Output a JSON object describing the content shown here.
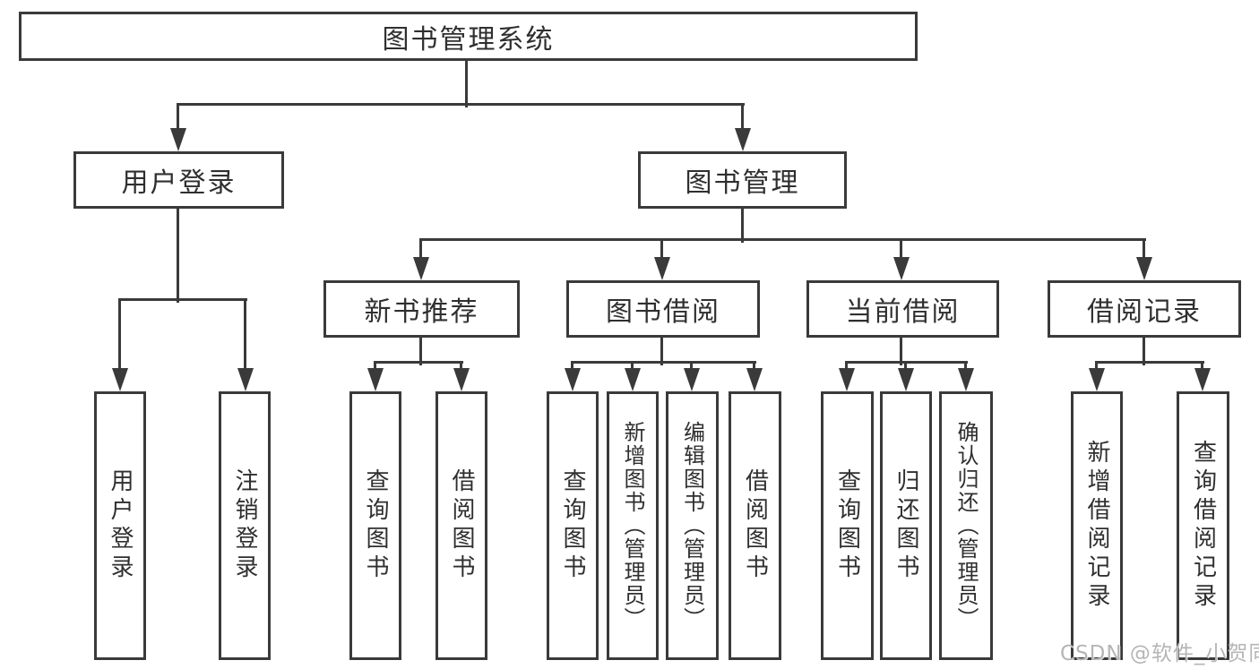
{
  "diagram_title": "图书管理系统",
  "nodes": {
    "root": {
      "label": "图书管理系统"
    },
    "user_login": {
      "label": "用户登录"
    },
    "book_mgmt": {
      "label": "图书管理"
    },
    "new_book_rec": {
      "label": "新书推荐"
    },
    "book_borrow": {
      "label": "图书借阅"
    },
    "current_borrow": {
      "label": "当前借阅"
    },
    "borrow_record": {
      "label": "借阅记录"
    },
    "leaf_user_login": {
      "label": "用户登录"
    },
    "leaf_logout": {
      "label": "注销登录"
    },
    "leaf_query_book_a": {
      "label": "查询图书"
    },
    "leaf_borrow_book_a": {
      "label": "借阅图书"
    },
    "leaf_query_book_b": {
      "label": "查询图书"
    },
    "leaf_add_book": {
      "label": "新增图书（管理员）"
    },
    "leaf_edit_book": {
      "label": "编辑图书（管理员）"
    },
    "leaf_borrow_book_b": {
      "label": "借阅图书"
    },
    "leaf_query_book_c": {
      "label": "查询图书"
    },
    "leaf_return_book": {
      "label": "归还图书"
    },
    "leaf_confirm_return": {
      "label": "确认归还（管理员）"
    },
    "leaf_add_record": {
      "label": "新增借阅记录"
    },
    "leaf_query_record": {
      "label": "查询借阅记录"
    }
  },
  "hierarchy": {
    "图书管理系统": {
      "用户登录": [
        "用户登录",
        "注销登录"
      ],
      "图书管理": {
        "新书推荐": [
          "查询图书",
          "借阅图书"
        ],
        "图书借阅": [
          "查询图书",
          "新增图书（管理员）",
          "编辑图书（管理员）",
          "借阅图书"
        ],
        "当前借阅": [
          "查询图书",
          "归还图书",
          "确认归还（管理员）"
        ],
        "借阅记录": [
          "新增借阅记录",
          "查询借阅记录"
        ]
      }
    }
  },
  "watermark": {
    "text": "CSDN @软件_小贺同学"
  },
  "colors": {
    "line": "#3a3a3a",
    "text": "#2f2f2f",
    "background": "#ffffff",
    "watermark": "#b5b5b5"
  }
}
